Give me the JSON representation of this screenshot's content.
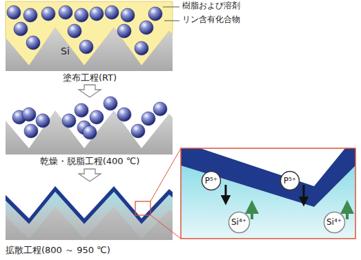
{
  "diagram": {
    "nodes": [
      {
        "text": [
          "P⁵⁺"
        ]
      },
      {
        "text": [
          "Si⁴⁺"
        ]
      },
      {
        "text": [
          "P⁵⁺"
        ]
      },
      {
        "text": [
          "Si⁴⁺"
        ]
      }
    ],
    "labels": [
      "樹脂および溶剤",
      "リン含有化合物",
      "Si",
      "塗布工程(RT)",
      "乾燥・脱脂工程(400 ℃)",
      "拡散工程(800 ～ 950 ℃)"
    ]
  }
}
